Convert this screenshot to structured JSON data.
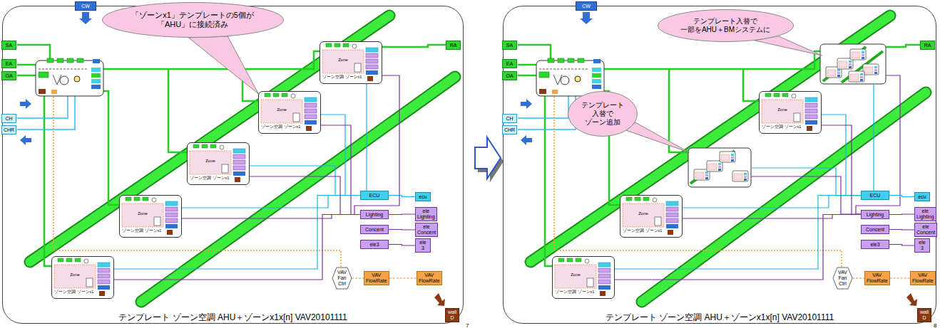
{
  "diagram": {
    "nodes": [
      {
        "text": [
          "テンプレート ゾーン空調 AHU＋ゾーンx1x[n] VAV20101111"
        ]
      },
      {
        "text": [
          "CW"
        ],
        "in": 0
      },
      {
        "text": [
          "SA"
        ],
        "in": 0
      },
      {
        "text": [
          "EA"
        ],
        "in": 0
      },
      {
        "text": [
          "OA"
        ],
        "in": 0
      },
      {
        "text": [
          "CH"
        ],
        "in": 0
      },
      {
        "text": [
          "CHR"
        ],
        "in": 0
      },
      {
        "text": [
          "RA"
        ],
        "in": 0
      },
      {
        "text": [
          "「ゾーンx1」テンプレートの5個が 「AHU」に接続済み"
        ],
        "in": 0
      },
      {
        "text": [
          "Zone",
          "ゾーン空調 ゾーンx1"
        ],
        "in": 0
      },
      {
        "text": [
          "Zone",
          "ゾーン空調 ゾーンx1"
        ],
        "in": 0
      },
      {
        "text": [
          "Zone",
          "ゾーン空調 ゾーンx1"
        ],
        "in": 0
      },
      {
        "text": [
          "Zone",
          "ゾーン空調 ゾーンx1"
        ],
        "in": 0
      },
      {
        "text": [
          "Zone",
          "ゾーン空調 ゾーンx1"
        ],
        "in": 0
      },
      {
        "text": [
          "ECU"
        ],
        "in": 0
      },
      {
        "text": [
          "ecu"
        ],
        "in": 0
      },
      {
        "text": [
          "Lighting"
        ],
        "in": 0
      },
      {
        "text": [
          "ele Lighting"
        ],
        "in": 0
      },
      {
        "text": [
          "Concent"
        ],
        "in": 0
      },
      {
        "text": [
          "ele Concent"
        ],
        "in": 0
      },
      {
        "text": [
          "ele3"
        ],
        "in": 0
      },
      {
        "text": [
          "ele 3"
        ],
        "in": 0
      },
      {
        "text": [
          "VAV Fan Ctrl"
        ],
        "in": 0
      },
      {
        "text": [
          "VAV FlowRate"
        ],
        "in": 0
      },
      {
        "text": [
          "VAV FlowRate"
        ],
        "in": 0
      },
      {
        "text": [
          "wall D"
        ],
        "in": 0
      },
      {
        "text": [
          "テンプレート ゾーン空調 AHU＋ゾーンx1x[n] VAV20101111"
        ]
      },
      {
        "text": [
          "CW"
        ],
        "in": 26
      },
      {
        "text": [
          "SA"
        ],
        "in": 26
      },
      {
        "text": [
          "EA"
        ],
        "in": 26
      },
      {
        "text": [
          "OA"
        ],
        "in": 26
      },
      {
        "text": [
          "CH"
        ],
        "in": 26
      },
      {
        "text": [
          "CHR"
        ],
        "in": 26
      },
      {
        "text": [
          "RA"
        ],
        "in": 26
      },
      {
        "text": [
          "テンプレート入替で 一部をAHU＋BMシステムに"
        ],
        "in": 26
      },
      {
        "text": [
          "テンプレート 入替で ゾーン追加"
        ],
        "in": 26
      },
      {
        "text": [
          "Zone",
          "ゾーン空調 ゾーンx1"
        ],
        "in": 26
      },
      {
        "text": [
          "Zone",
          "ゾーン空調 ゾーンx1"
        ],
        "in": 26
      },
      {
        "text": [
          "Zone",
          "ゾーン空調 ゾーンx1"
        ],
        "in": 26
      },
      {
        "text": [
          "ECU"
        ],
        "in": 26
      },
      {
        "text": [
          "ecu"
        ],
        "in": 26
      },
      {
        "text": [
          "Lighting"
        ],
        "in": 26
      },
      {
        "text": [
          "ele Lighting"
        ],
        "in": 26
      },
      {
        "text": [
          "Concent"
        ],
        "in": 26
      },
      {
        "text": [
          "ele Concent"
        ],
        "in": 26
      },
      {
        "text": [
          "ele3"
        ],
        "in": 26
      },
      {
        "text": [
          "ele 3"
        ],
        "in": 26
      },
      {
        "text": [
          "VAV Fan Ctrl"
        ],
        "in": 26
      },
      {
        "text": [
          "VAV FlowRate"
        ],
        "in": 26
      },
      {
        "text": [
          "VAV FlowRate"
        ],
        "in": 26
      },
      {
        "text": [
          "wall D"
        ],
        "in": 26
      }
    ],
    "edges": [
      {
        "from": 14,
        "to": 15,
        "arrow": "none"
      },
      {
        "from": 16,
        "to": 17,
        "arrow": "none"
      },
      {
        "from": 18,
        "to": 19,
        "arrow": "none"
      },
      {
        "from": 20,
        "to": 21,
        "arrow": "none"
      },
      {
        "from": 22,
        "to": 23,
        "arrow": "none"
      },
      {
        "from": 23,
        "to": 24,
        "arrow": "none"
      },
      {
        "from": 9,
        "to": 14,
        "arrow": "none"
      },
      {
        "from": 10,
        "to": 14,
        "arrow": "none"
      },
      {
        "from": 11,
        "to": 14,
        "arrow": "none"
      },
      {
        "from": 12,
        "to": 14,
        "arrow": "none"
      },
      {
        "from": 13,
        "to": 14,
        "arrow": "none"
      },
      {
        "from": 9,
        "to": 16,
        "arrow": "none"
      },
      {
        "from": 10,
        "to": 16,
        "arrow": "none"
      },
      {
        "from": 11,
        "to": 16,
        "arrow": "none"
      },
      {
        "from": 12,
        "to": 16,
        "arrow": "none"
      },
      {
        "from": 13,
        "to": 16,
        "arrow": "none"
      },
      {
        "from": 39,
        "to": 40,
        "arrow": "none"
      },
      {
        "from": 41,
        "to": 42,
        "arrow": "none"
      },
      {
        "from": 43,
        "to": 44,
        "arrow": "none"
      },
      {
        "from": 45,
        "to": 46,
        "arrow": "none"
      },
      {
        "from": 47,
        "to": 48,
        "arrow": "none"
      },
      {
        "from": 48,
        "to": 49,
        "arrow": "none"
      },
      {
        "from": 36,
        "to": 39,
        "arrow": "none"
      },
      {
        "from": 37,
        "to": 39,
        "arrow": "none"
      },
      {
        "from": 38,
        "to": 39,
        "arrow": "none"
      },
      {
        "from": 36,
        "to": 41,
        "arrow": "none"
      },
      {
        "from": 37,
        "to": 41,
        "arrow": "none"
      },
      {
        "from": 38,
        "to": 41,
        "arrow": "none"
      }
    ],
    "labels": [
      "7",
      "8"
    ]
  }
}
